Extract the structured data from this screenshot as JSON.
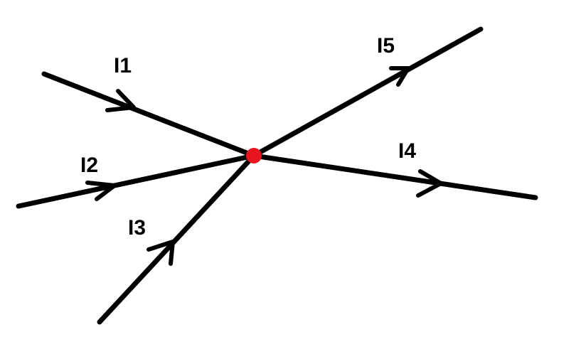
{
  "node": {
    "color": "#e8141e"
  },
  "wire_color": "#000000",
  "currents": [
    {
      "label": "I1",
      "direction": "into-node"
    },
    {
      "label": "I2",
      "direction": "into-node"
    },
    {
      "label": "I3",
      "direction": "into-node"
    },
    {
      "label": "I4",
      "direction": "out-of-node"
    },
    {
      "label": "I5",
      "direction": "out-of-node"
    }
  ]
}
